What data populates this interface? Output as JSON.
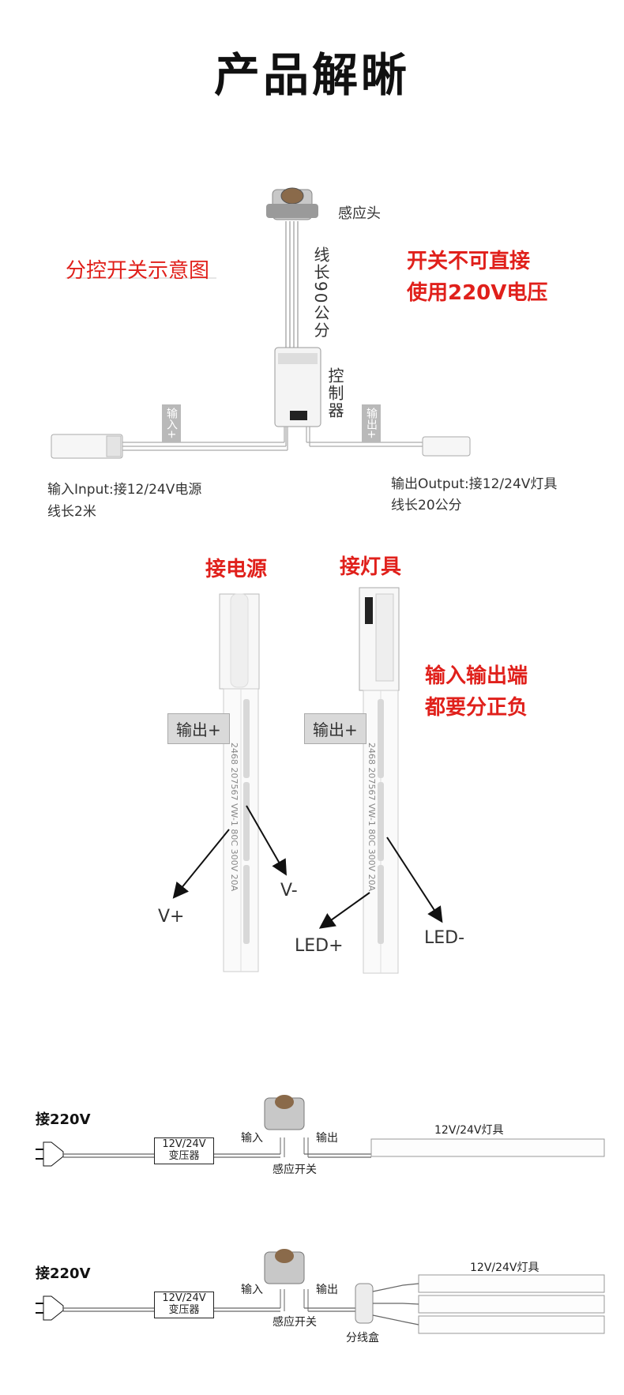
{
  "title": "产品解晰",
  "section1": {
    "legend_title": "分控开关示意图",
    "sensor_label": "感应头",
    "wire_length_top": "线长90公分",
    "controller_label": "控制器",
    "warning_line1": "开关不可直接",
    "warning_line2": "使用220V电压",
    "input_tag": "输入+",
    "output_tag": "输出+",
    "input_desc_line1": "输入Input:接12/24V电源",
    "input_desc_line2": "线长2米",
    "output_desc_line1": "输出Output:接12/24V灯具",
    "output_desc_line2": "线长20公分"
  },
  "section2": {
    "power_title": "接电源",
    "light_title": "接灯具",
    "note_line1": "输入输出端",
    "note_line2": "都要分正负",
    "left_tag": "输出+",
    "right_tag": "输出+",
    "wire_print": "2468  207567  VW-1  80C  300V  20A",
    "label_vplus": "V+",
    "label_vminus": "V-",
    "label_ledplus": "LED+",
    "label_ledminus": "LED-"
  },
  "section3": {
    "wiring_a": {
      "mains_label": "接220V",
      "transformer_line1": "12V/24V",
      "transformer_line2": "变压器",
      "input_label": "输入",
      "output_label": "输出",
      "switch_label": "感应开关",
      "light_label": "12V/24V灯具"
    },
    "wiring_b": {
      "mains_label": "接220V",
      "transformer_line1": "12V/24V",
      "transformer_line2": "变压器",
      "input_label": "输入",
      "output_label": "输出",
      "switch_label": "感应开关",
      "splitter_label": "分线盒",
      "light_label": "12V/24V灯具"
    }
  }
}
